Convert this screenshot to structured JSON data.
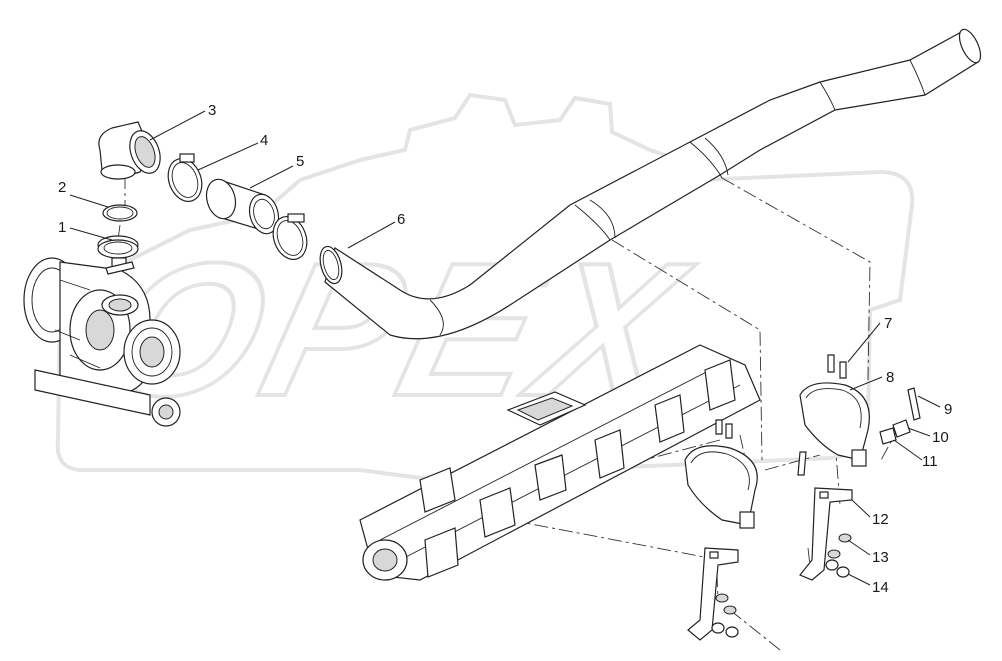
{
  "watermark": {
    "text": "OPEX"
  },
  "callouts": [
    {
      "id": "callout-1",
      "label": "1"
    },
    {
      "id": "callout-2",
      "label": "2"
    },
    {
      "id": "callout-3",
      "label": "3"
    },
    {
      "id": "callout-4",
      "label": "4"
    },
    {
      "id": "callout-5",
      "label": "5"
    },
    {
      "id": "callout-6",
      "label": "6"
    },
    {
      "id": "callout-7",
      "label": "7"
    },
    {
      "id": "callout-8",
      "label": "8"
    },
    {
      "id": "callout-9",
      "label": "9"
    },
    {
      "id": "callout-10",
      "label": "10"
    },
    {
      "id": "callout-11",
      "label": "11"
    },
    {
      "id": "callout-12",
      "label": "12"
    },
    {
      "id": "callout-13",
      "label": "13"
    },
    {
      "id": "callout-14",
      "label": "14"
    }
  ]
}
